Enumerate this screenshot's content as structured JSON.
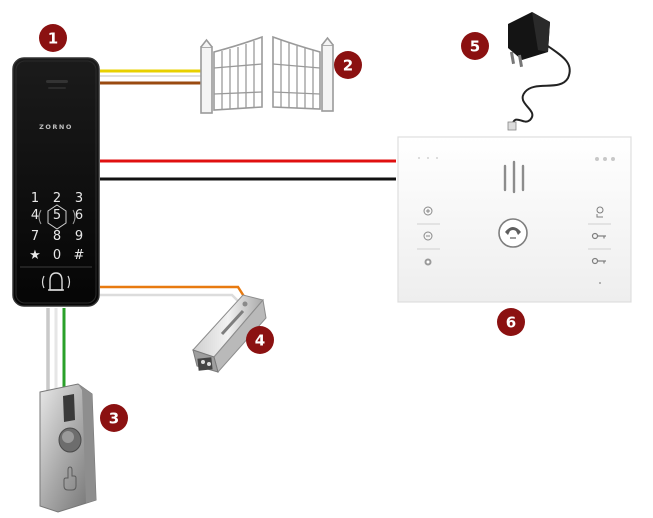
{
  "diagram": {
    "brand": "ZORNO",
    "keypad_keys": [
      "1",
      "2",
      "3",
      "4",
      "5",
      "6",
      "7",
      "8",
      "9",
      "★",
      "0",
      "#"
    ],
    "markers": [
      "1",
      "2",
      "3",
      "4",
      "5",
      "6"
    ],
    "colors": {
      "marker": "#8b1111",
      "wire_yellow": "#e8d000",
      "wire_brown": "#9a4a10",
      "wire_red": "#e01010",
      "wire_black": "#111111",
      "wire_orange": "#e87a10",
      "wire_white": "#d8d8d8",
      "wire_green": "#2aa02a",
      "wire_gray": "#bdbdbd"
    },
    "components": {
      "keypad": "keypad-panel",
      "gate": "gate",
      "exit_button": "exit-button",
      "electric_strike": "electric-strike",
      "power_adapter": "power-adapter",
      "monitor": "monitor"
    }
  }
}
